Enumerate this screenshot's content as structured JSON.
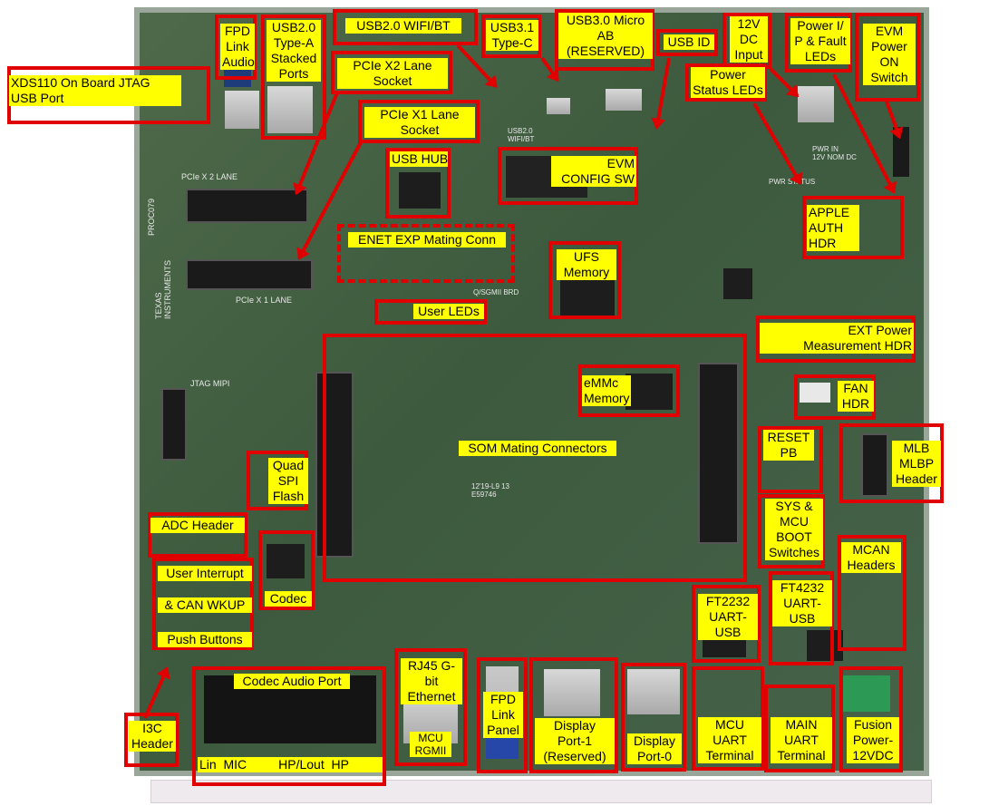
{
  "labels": {
    "xds110": "XDS110 On Board JTAG\nUSB Port",
    "fpd_audio": "FPD\nLink\nAudio",
    "usb20_typea": "USB2.0\nType-A\nStacked\nPorts",
    "usb20_wifi": "USB2.0 WIFI/BT",
    "usb31_typec": "USB3.1\nType-C",
    "usb30_micro": "USB3.0 Micro\nAB\n(RESERVED)",
    "usb_id": "USB ID",
    "dc_input": "12V\nDC\nInput",
    "power_fault_leds": "Power I/\nP & Fault\nLEDs",
    "evm_power_switch": "EVM\nPower\nON\nSwitch",
    "pcie_x2": "PCIe X2 Lane\nSocket",
    "power_status_leds": "Power\nStatus LEDs",
    "pcie_x1": "PCIe X1 Lane\nSocket",
    "usb_hub": "USB HUB",
    "evm_config_sw": "EVM\nCONFIG SW",
    "apple_auth": "APPLE\nAUTH\nHDR",
    "enet_exp": "ENET EXP Mating Conn",
    "ufs_memory": "UFS\nMemory",
    "user_leds": "User LEDs",
    "ext_power": "EXT Power\nMeasurement HDR",
    "emmc": "eMMc\nMemory",
    "fan_hdr": "FAN\nHDR",
    "som_connectors": "SOM Mating Connectors",
    "reset_pb": "RESET\nPB",
    "mlb": "MLB\nMLBP\nHeader",
    "quad_spi": "Quad\nSPI\nFlash",
    "sys_mcu_boot": "SYS &\nMCU\nBOOT\nSwitches",
    "adc_header": "ADC Header",
    "user_interrupt_1": "User Interrupt",
    "user_interrupt_2": "& CAN WKUP",
    "user_interrupt_3": "Push Buttons",
    "codec": "Codec",
    "mcan": "MCAN\nHeaders",
    "ft2232": "FT2232\nUART-\nUSB",
    "ft4232": "FT4232\nUART-\nUSB",
    "rj45": "RJ45 G-\nbit\nEthernet",
    "mcu_rgmii": "MCU\nRGMII",
    "codec_audio": "Codec Audio Port",
    "audio_ports": "Lin  MIC         HP/Lout  HP",
    "fpd_panel": "FPD\nLink\nPanel",
    "dp1": "Display\nPort-1\n(Reserved)",
    "dp0": "Display\nPort-0",
    "mcu_uart": "MCU\nUART\nTerminal",
    "main_uart": "MAIN\nUART\nTerminal",
    "fusion_power": "Fusion\nPower-\n12VDC",
    "i3c": "I3C\nHeader"
  },
  "silkscreen": {
    "usb20": "USB2.0\nWIFI/BT",
    "pwr_in": "PWR IN\n12V NOM DC",
    "pwr_status": "PWR STATUS",
    "pcie_x2_lane": "PCIe X 2 LANE",
    "pcie_x1_lane": "PCIe X 1 LANE",
    "brand": "TEXAS\nINSTRUMENTS",
    "jtag_mipi": "JTAG MIPI",
    "qsgmii": "Q/SGMII BRD",
    "proc": "PROC079",
    "chip_code": "12'19-L9 13\nE59746"
  },
  "colors": {
    "frame": "#e00000",
    "label_bg": "#ffff00",
    "board": "#3d5a3e"
  }
}
